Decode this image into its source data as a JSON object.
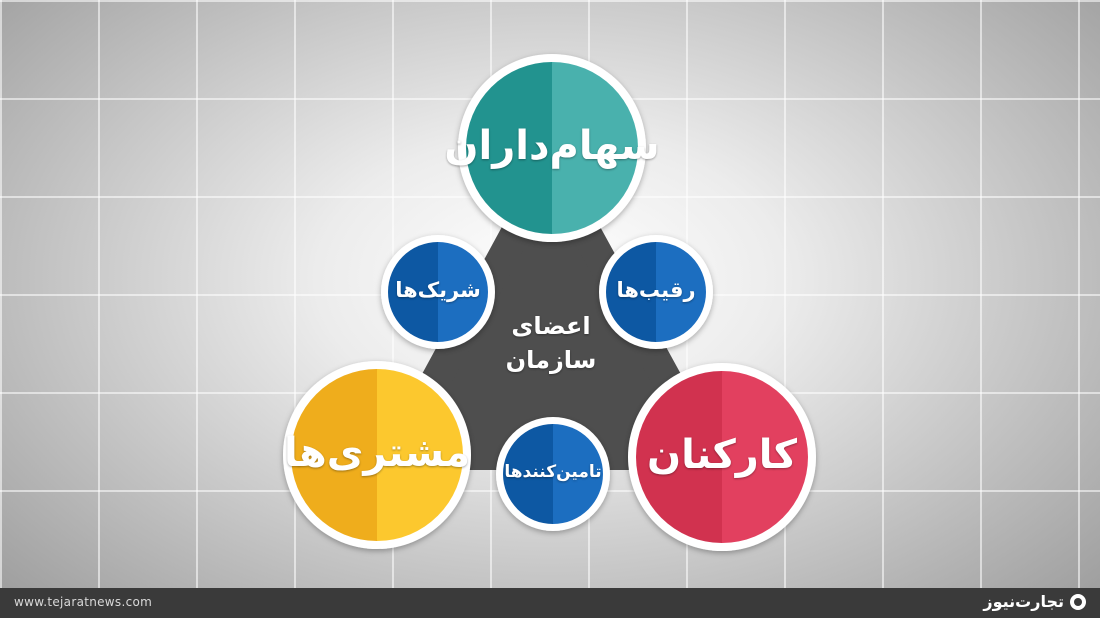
{
  "diagram": {
    "center": {
      "line1": "اعضای",
      "line2": "سازمان"
    },
    "nodes": {
      "shareholders": {
        "label": "سهام‌داران",
        "color_dark": "#22938f",
        "color_light": "#4ab1ad"
      },
      "employees": {
        "label": "کارکنان",
        "color_dark": "#d1304f",
        "color_light": "#e2405f"
      },
      "customers": {
        "label": "مشتری‌ها",
        "color_dark": "#efad1d",
        "color_light": "#fcc82f"
      },
      "partners": {
        "label": "شریک‌ها",
        "color_dark": "#0e58a3",
        "color_light": "#1f6ec0"
      },
      "competitors": {
        "label": "رقیب‌ها",
        "color_dark": "#0e58a3",
        "color_light": "#1f6ec0"
      },
      "suppliers": {
        "label": "تامین‌کنندها",
        "color_dark": "#0e58a3",
        "color_light": "#1f6ec0"
      }
    },
    "core_color": "#4e4e4e"
  },
  "footer": {
    "url": "www.tejaratnews.com",
    "brand": "تجارت‌نیوز"
  }
}
